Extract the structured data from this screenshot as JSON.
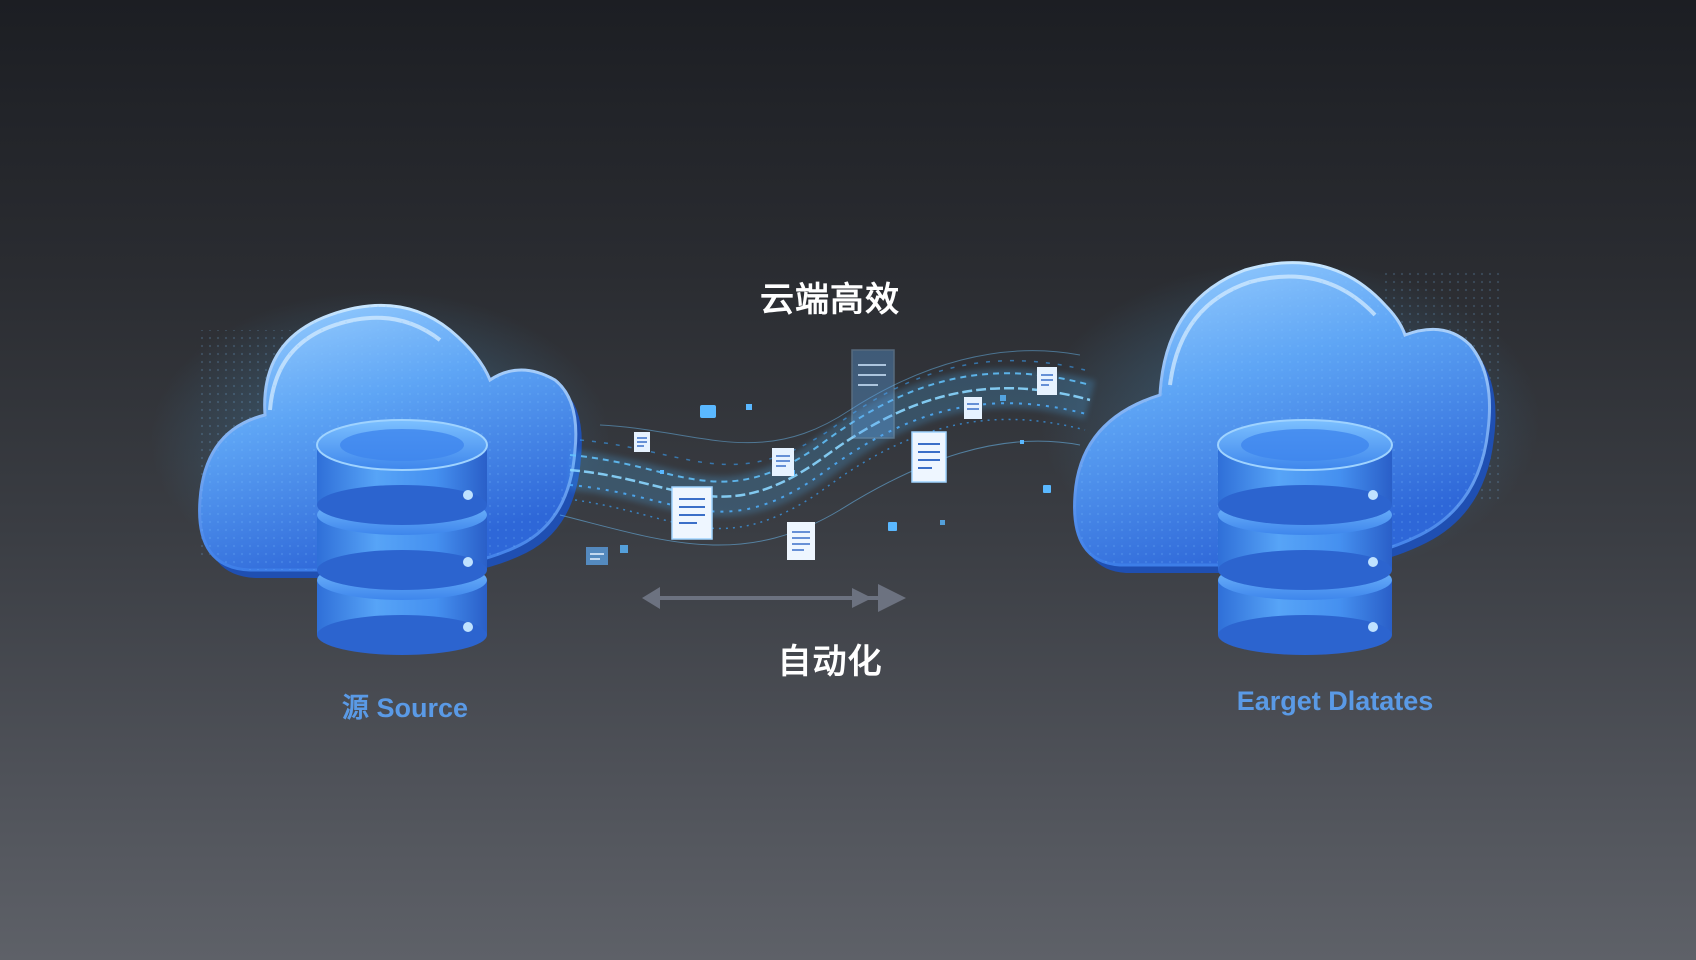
{
  "diagram": {
    "title_top": "云端高效",
    "title_bottom": "自动化",
    "source": {
      "label": "源 Source"
    },
    "target": {
      "label": "Earget Dlatates"
    }
  },
  "colors": {
    "background_top": "#1c1e23",
    "background_bottom": "#5e6168",
    "cloud_light": "#8cc8ff",
    "cloud_dark": "#2f6fe0",
    "database": "#3a8cf0",
    "stream": "#4fb8ff",
    "label": "#5a9ae6",
    "arrow": "#6c7280"
  },
  "icons": [
    "cloud-icon",
    "database-icon",
    "document-icon",
    "double-arrow-icon"
  ]
}
